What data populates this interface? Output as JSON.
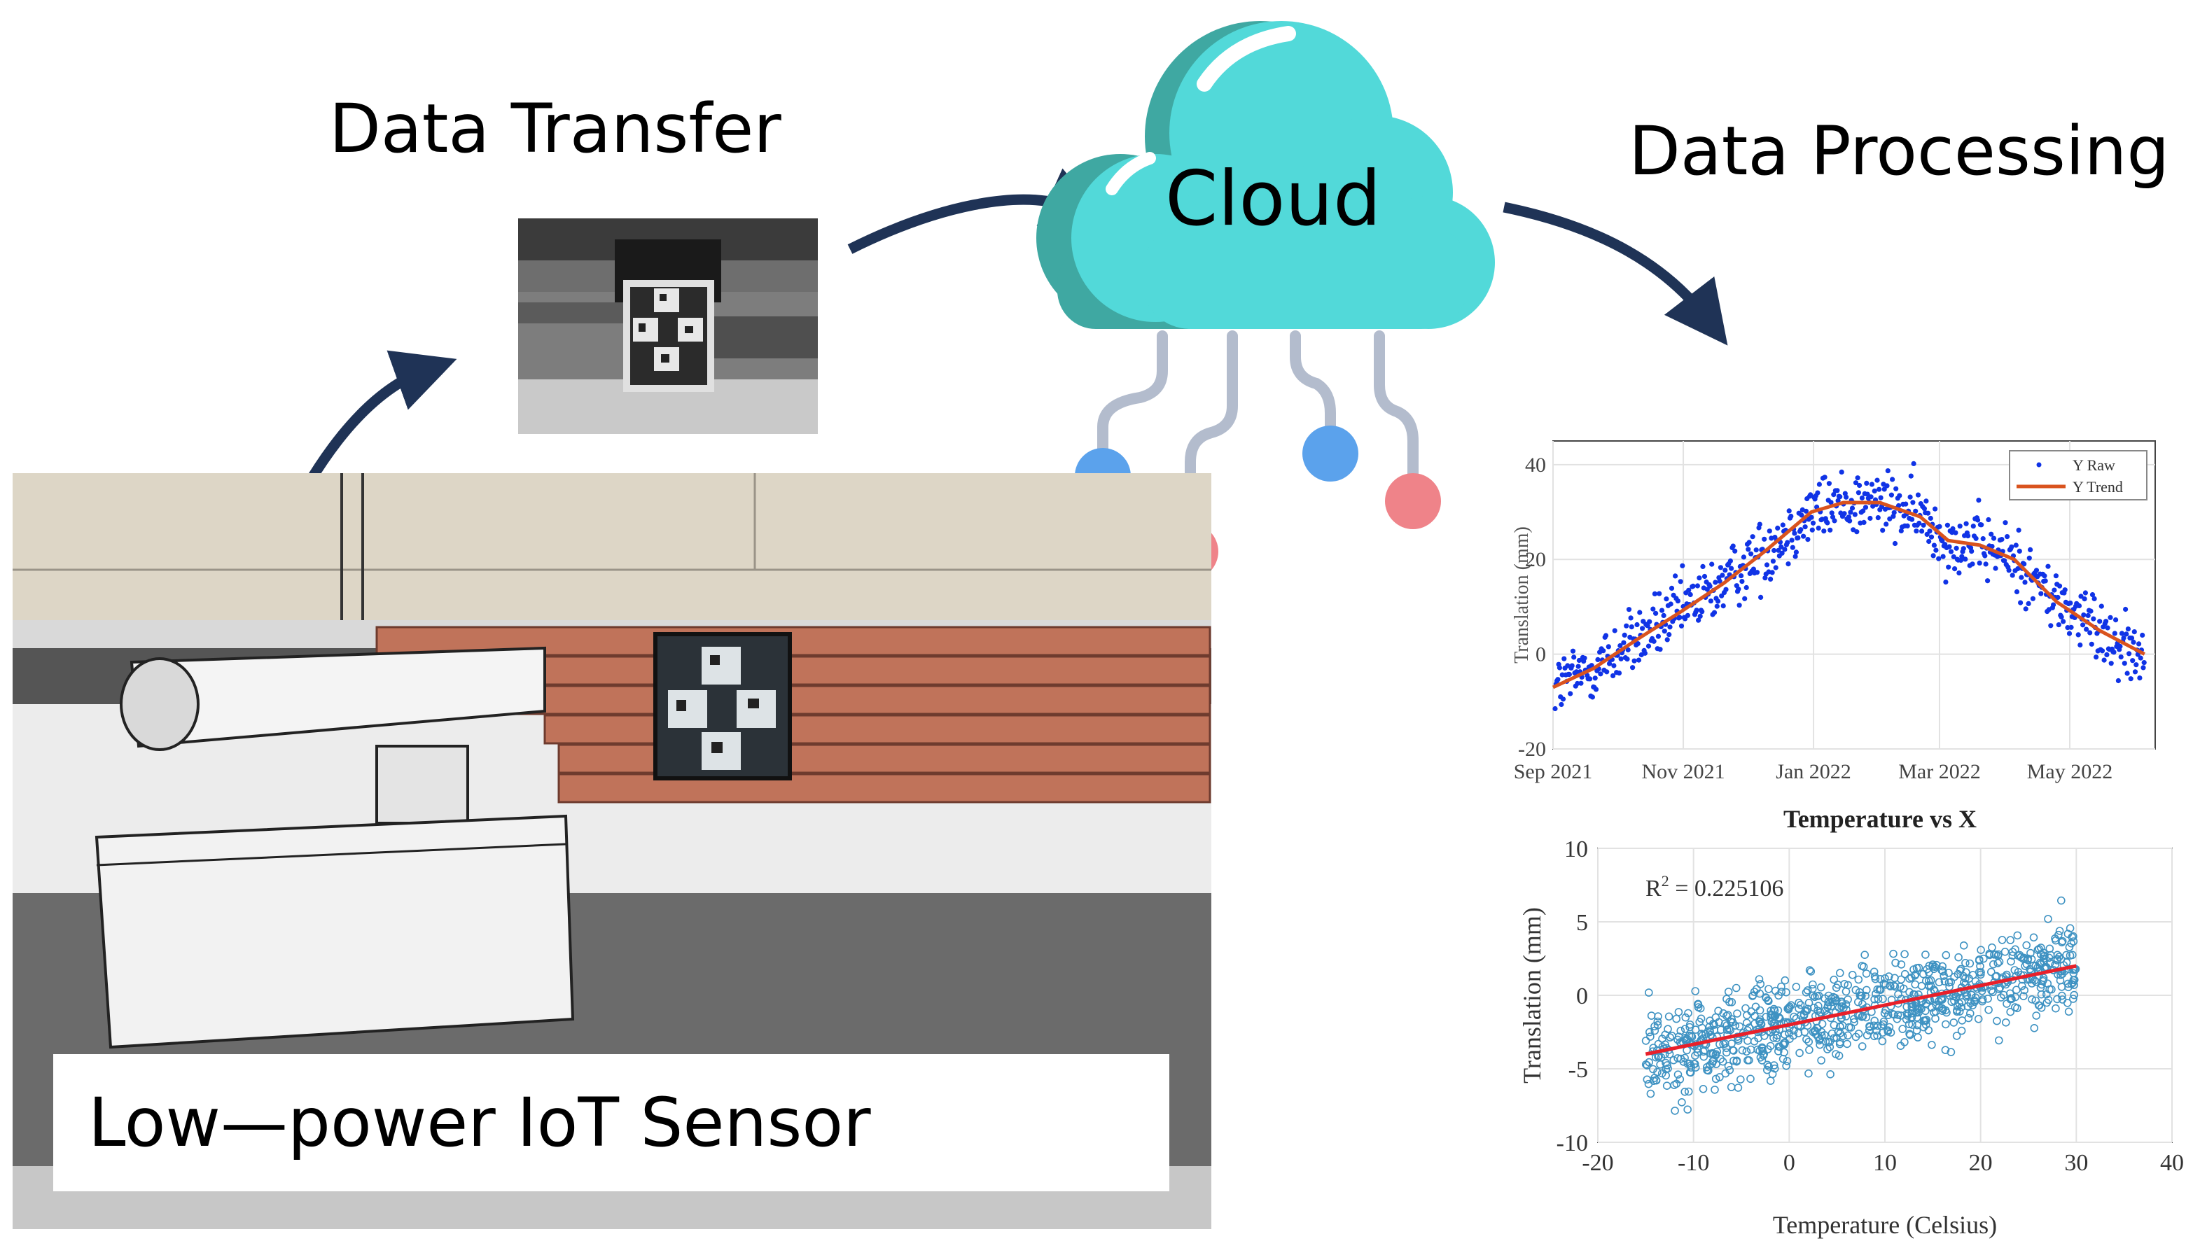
{
  "labels": {
    "data_transfer": "Data Transfer",
    "cloud": "Cloud",
    "data_processing": "Data Processing",
    "sensor_caption": "Low—power IoT Sensor"
  },
  "colors": {
    "arrow": "#1f3356",
    "cloud_fill": "#52d9d9",
    "cloud_shadow": "#3fa8a2",
    "connector_line": "#b3bccd",
    "node_blue": "#5ba2ec",
    "node_pink": "#ef8389",
    "brick": "#c0735a",
    "raw_series": "#1033e6",
    "trend_series": "#d9531e",
    "scatter_series": "#3e92c2",
    "fit_line": "#e8202a"
  },
  "icons": [
    "cloud-icon",
    "camera-sensor-icon",
    "fiducial-marker-icon",
    "arrow-icon"
  ],
  "chart_data": [
    {
      "type": "scatter",
      "xlabel": "",
      "ylabel": "Translation (mm)",
      "x_tick_labels": [
        "Sep 2021",
        "Nov 2021",
        "Jan 2022",
        "Mar 2022",
        "May 2022"
      ],
      "xlim": [
        "2021-09-01",
        "2022-06-10"
      ],
      "y_ticks": [
        -20,
        0,
        20,
        40
      ],
      "ylim": [
        -20,
        45
      ],
      "grid": true,
      "legend": "top-right",
      "series": [
        {
          "name": "Y Raw",
          "style": "points",
          "note_points": "dense daily points scattered about the trend (about ±6 mm)"
        },
        {
          "name": "Y Trend",
          "style": "line",
          "x": [
            "2021-09-01",
            "2021-09-20",
            "2021-10-10",
            "2021-10-31",
            "2021-11-20",
            "2021-12-10",
            "2021-12-31",
            "2022-01-15",
            "2022-02-01",
            "2022-02-20",
            "2022-03-05",
            "2022-03-20",
            "2022-04-05",
            "2022-04-25",
            "2022-05-15",
            "2022-06-05"
          ],
          "y": [
            -7,
            -3,
            3,
            9,
            15,
            22,
            30,
            32,
            32,
            29,
            24,
            23,
            20,
            11,
            5,
            0
          ]
        }
      ]
    },
    {
      "type": "scatter",
      "title": "Temperature vs X",
      "xlabel": "Temperature (Celsius)",
      "ylabel": "Translation (mm)",
      "x_ticks": [
        -20,
        -10,
        0,
        10,
        20,
        30,
        40
      ],
      "y_ticks": [
        -10,
        -5,
        0,
        5,
        10
      ],
      "xlim": [
        -20,
        40
      ],
      "ylim": [
        -10,
        10
      ],
      "grid": true,
      "annotation": {
        "base": "R",
        "exp": "2",
        "rest": " = 0.225106"
      },
      "fit_line": {
        "x": [
          -15,
          30
        ],
        "y": [
          -4,
          2
        ]
      },
      "points_note": "hundreds of hollow circles around the fit line, spread about ±3 mm"
    }
  ]
}
